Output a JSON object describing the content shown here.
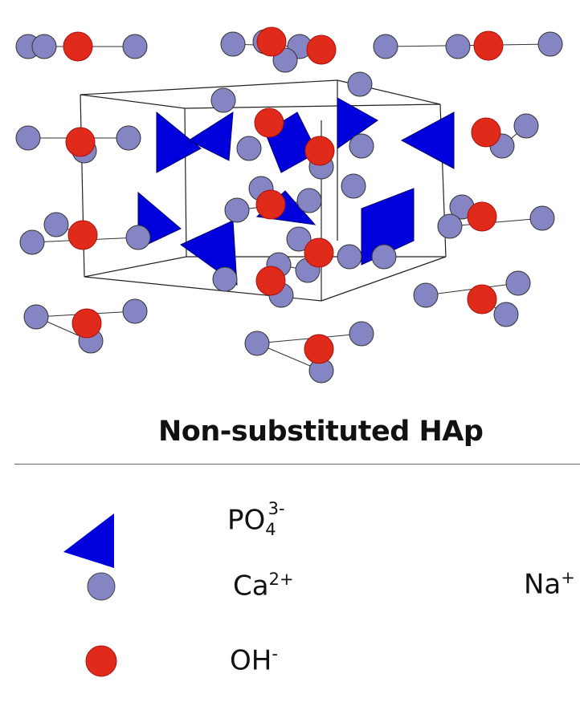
{
  "title": "Non-substituted HAp",
  "legend": [
    {
      "icon": "phosphate-triangle-icon",
      "base": "PO",
      "sub": "4",
      "sup": "3-",
      "color": "#0000dd"
    },
    {
      "icon": "calcium-sphere-icon",
      "base": "Ca",
      "sub": "",
      "sup": "2+",
      "color": "#8585c4"
    },
    {
      "icon": "hydroxide-sphere-icon",
      "base": "OH",
      "sub": "",
      "sup": "-",
      "color": "#e02a1a"
    }
  ],
  "extra_label": {
    "base": "Na",
    "sup": "+"
  }
}
